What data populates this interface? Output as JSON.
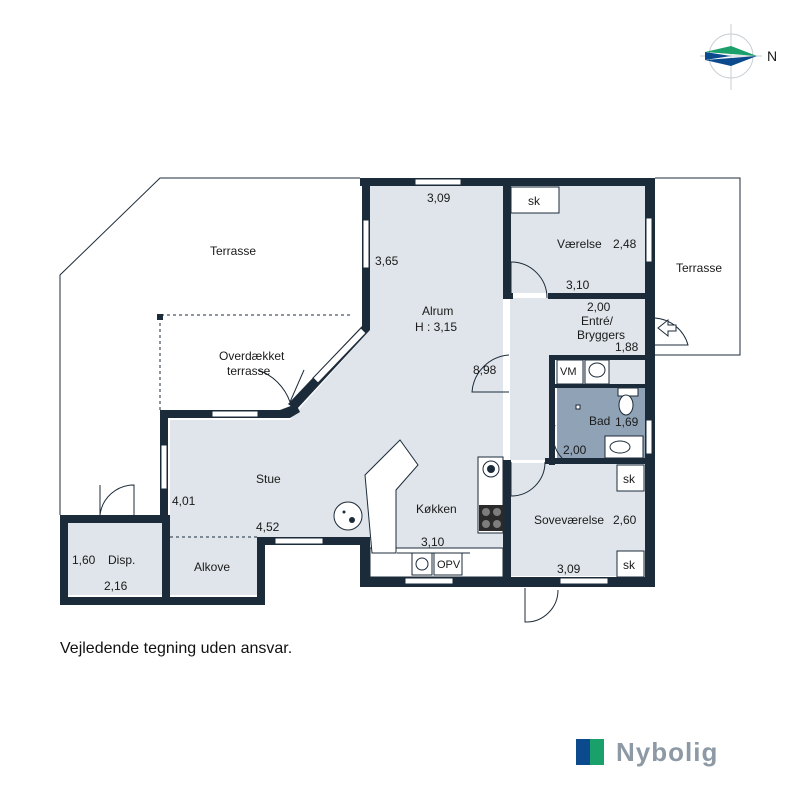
{
  "compass": {
    "north_label": "N"
  },
  "rooms": {
    "terrasse_west": "Terrasse",
    "terrasse_east": "Terrasse",
    "overdaekket_1": "Overdækket",
    "overdaekket_2": "terrasse",
    "alrum_1": "Alrum",
    "alrum_2": "H : 3,15",
    "vaerelse": "Værelse",
    "entre_1": "Entré/",
    "entre_2": "Bryggers",
    "bad": "Bad",
    "stue": "Stue",
    "koekken": "Køkken",
    "sovevaerelse": "Soveværelse",
    "alkove": "Alkove",
    "disp": "Disp."
  },
  "fixtures": {
    "sk_vaerelse": "sk",
    "sk_sove_top": "sk",
    "sk_sove_bottom": "sk",
    "vm": "VM",
    "opv": "OPV"
  },
  "dimensions": {
    "alrum_top": "3,09",
    "alrum_left": "3,65",
    "alrum_right": "8,98",
    "vaerelse_right": "2,48",
    "vaerelse_bottom": "3,10",
    "entre_top": "2,00",
    "entre_right": "1,88",
    "bad_right": "1,69",
    "bad_bottom": "2,00",
    "stue_left": "4,01",
    "stue_bottom": "4,52",
    "koekken_bottom": "3,10",
    "sove_right": "2,60",
    "sove_bottom": "3,09",
    "disp_left": "1,60",
    "disp_bottom": "2,16"
  },
  "footer": {
    "disclaimer": "Vejledende tegning uden ansvar.",
    "brand_name": "Nybolig"
  },
  "colors": {
    "wall": "#1c2b3a",
    "room_fill": "#dfe5ea",
    "bath_fill": "#8fa2b6",
    "brand_blue": "#0b4a8c",
    "brand_green": "#1aa06a",
    "brand_text": "#8d9aa6"
  }
}
